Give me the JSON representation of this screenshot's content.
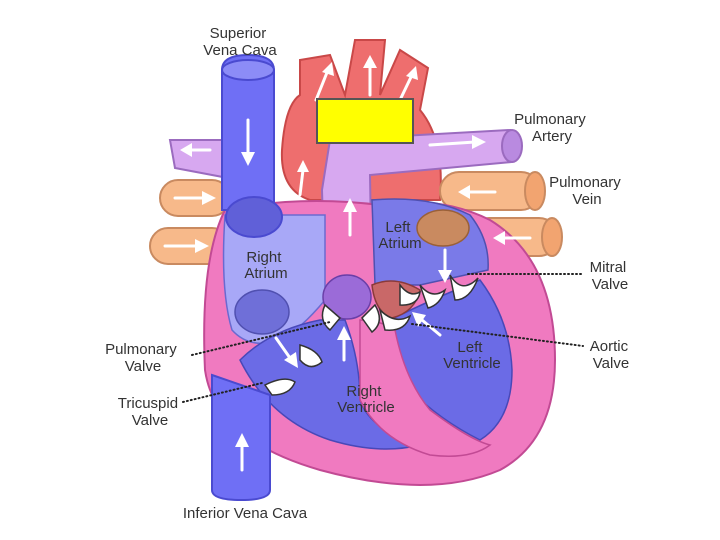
{
  "labels": {
    "superior_vena_cava": [
      "Superior",
      "Vena Cava"
    ],
    "pulmonary_artery": [
      "Pulmonary",
      "Artery"
    ],
    "pulmonary_vein": [
      "Pulmonary",
      "Vein"
    ],
    "left_atrium": [
      "Left",
      "Atrium"
    ],
    "right_atrium": [
      "Right",
      "Atrium"
    ],
    "mitral_valve": [
      "Mitral",
      "Valve"
    ],
    "pulmonary_valve": [
      "Pulmonary",
      "Valve"
    ],
    "left_ventricle": [
      "Left",
      "Ventricle"
    ],
    "aortic_valve": [
      "Aortic",
      "Valve"
    ],
    "right_ventricle": [
      "Right",
      "Ventricle"
    ],
    "tricuspid_valve": [
      "Tricuspid",
      "Valve"
    ],
    "inferior_vena_cava": "Inferior Vena Cava"
  },
  "colors": {
    "vena_cava": "#6f6ff5",
    "right_heart": "#8c8cf2",
    "left_heart": "#6b6be6",
    "aorta": "#ee6e6e",
    "pulmonary_artery": "#d7a8f0",
    "pulmonary_vein": "#f7b98a",
    "myocardium": "#f07ac0",
    "blank_box": "#ffff00"
  }
}
